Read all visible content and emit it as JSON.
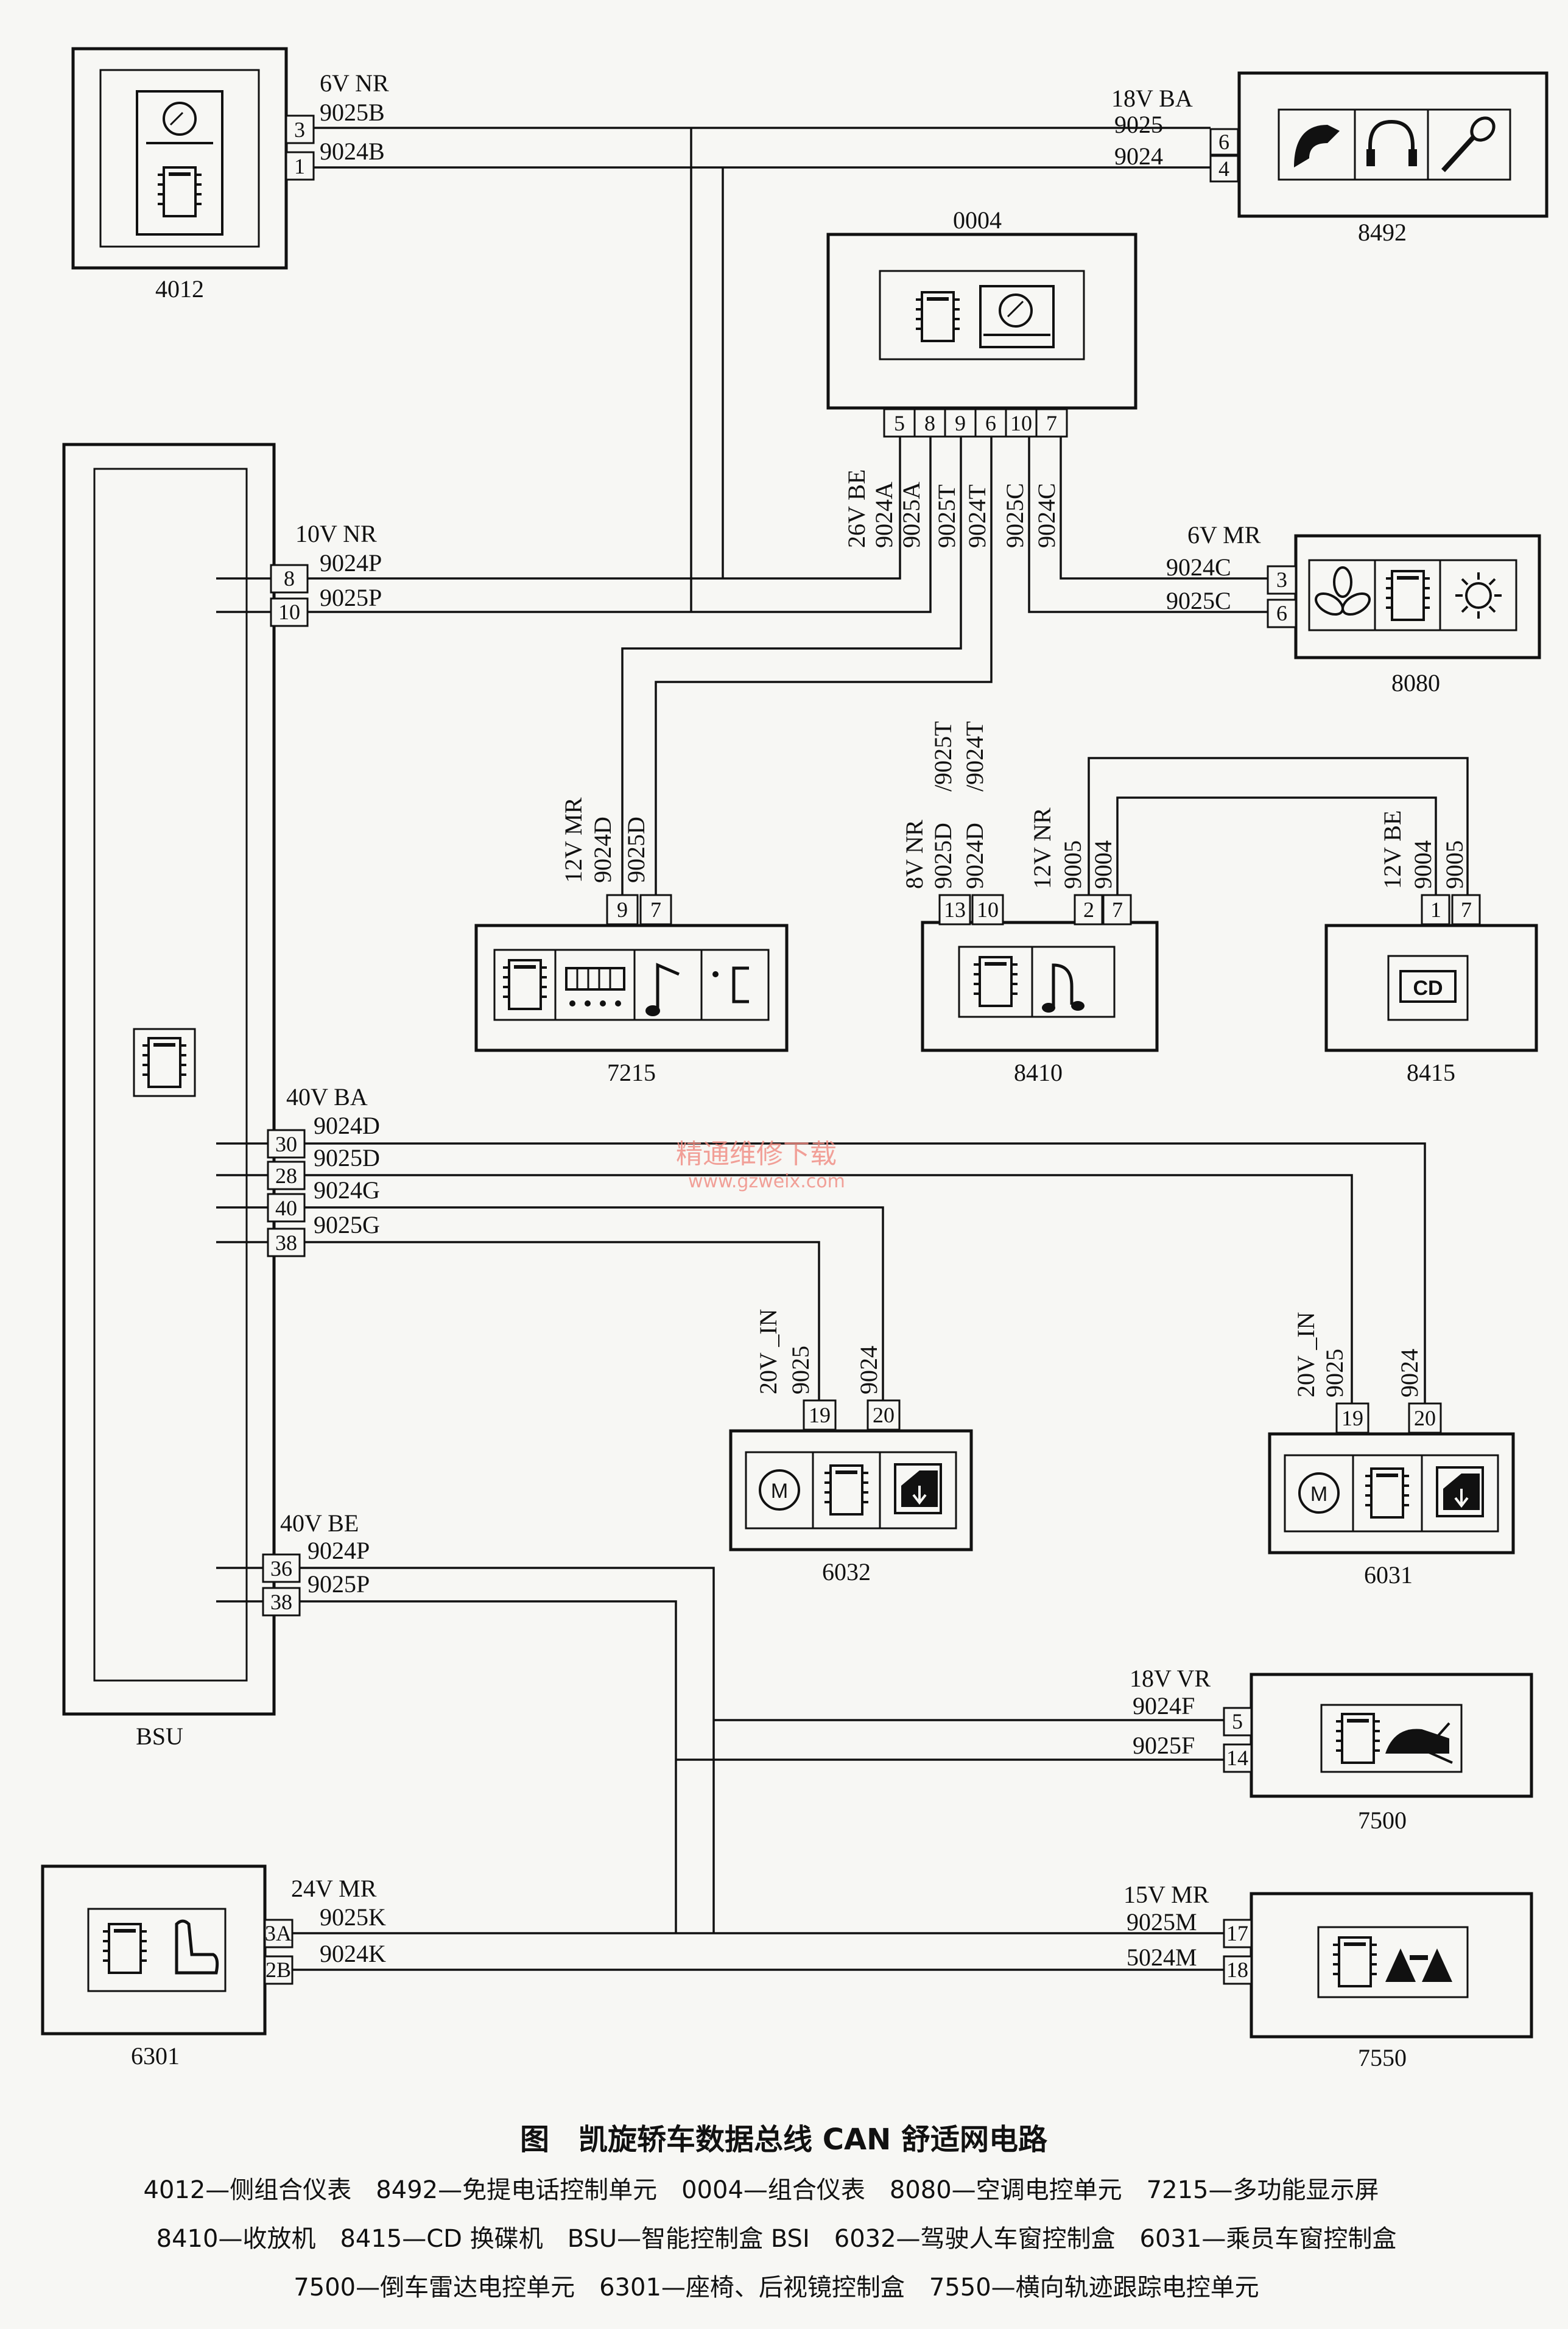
{
  "modules": {
    "m4012": {
      "id": "4012",
      "pins": [
        "3",
        "1"
      ],
      "spec": "6V NR",
      "wires": [
        "9025B",
        "9024B"
      ]
    },
    "m8492": {
      "id": "8492",
      "pins": [
        "6",
        "4"
      ],
      "spec": "18V BA",
      "wires": [
        "9025",
        "9024"
      ]
    },
    "m0004": {
      "id": "0004",
      "pins": [
        "5",
        "8",
        "9",
        "6",
        "10",
        "7"
      ],
      "spec": "26V BE",
      "wires": [
        "9024A",
        "9025A",
        "9025T",
        "9024T",
        "9025C",
        "9024C"
      ]
    },
    "bsu": {
      "id": "BSU",
      "g1": {
        "spec": "10V NR",
        "pins": [
          "8",
          "10"
        ],
        "wires": [
          "9024P",
          "9025P"
        ]
      },
      "g2": {
        "spec": "40V BA",
        "pins": [
          "30",
          "28",
          "40",
          "38"
        ],
        "wires": [
          "9024D",
          "9025D",
          "9024G",
          "9025G"
        ]
      },
      "g3": {
        "spec": "40V BE",
        "pins": [
          "36",
          "38"
        ],
        "wires": [
          "9024P",
          "9025P"
        ]
      }
    },
    "m8080": {
      "id": "8080",
      "pins": [
        "3",
        "6"
      ],
      "spec": "6V MR",
      "wires": [
        "9024C",
        "9025C"
      ]
    },
    "m7215": {
      "id": "7215",
      "pins": [
        "9",
        "7"
      ],
      "spec": "12V MR",
      "wires": [
        "9024D",
        "9025D"
      ]
    },
    "m8410": {
      "id": "8410",
      "pins": [
        "13",
        "10",
        "2",
        "7"
      ],
      "spec": "8V NR",
      "spec2": "12V NR",
      "wires": [
        "9025D",
        "9024D",
        "9005",
        "9004"
      ],
      "wires_top": [
        "/9025T",
        "/9024T"
      ]
    },
    "m8415": {
      "id": "8415",
      "pins": [
        "1",
        "7"
      ],
      "spec": "12V BE",
      "wires": [
        "9004",
        "9005"
      ],
      "cd": "CD"
    },
    "m6032": {
      "id": "6032",
      "pins": [
        "19",
        "20"
      ],
      "spec": "20V _IN",
      "wires": [
        "9025",
        "9024"
      ],
      "motor": "M"
    },
    "m6031": {
      "id": "6031",
      "pins": [
        "19",
        "20"
      ],
      "spec": "20V _IN",
      "wires": [
        "9025",
        "9024"
      ],
      "motor": "M"
    },
    "m7500": {
      "id": "7500",
      "pins": [
        "5",
        "14"
      ],
      "spec": "18V VR",
      "wires": [
        "9024F",
        "9025F"
      ]
    },
    "m6301": {
      "id": "6301",
      "pins": [
        "3A",
        "2B"
      ],
      "spec": "24V MR",
      "wires": [
        "9025K",
        "9024K"
      ]
    },
    "m7550": {
      "id": "7550",
      "pins": [
        "17",
        "18"
      ],
      "spec": "15V MR",
      "wires": [
        "9025M",
        "5024M"
      ]
    }
  },
  "watermark": {
    "line1": "精通维修下载",
    "line2": "www.gzweix.com"
  },
  "caption": {
    "title": "图　凯旋轿车数据总线 CAN 舒适网电路",
    "line1": "4012—侧组合仪表　8492—免提电话控制单元　0004—组合仪表　8080—空调电控单元　7215—多功能显示屏",
    "line2": "8410—收放机　8415—CD 换碟机　BSU—智能控制盒 BSI　6032—驾驶人车窗控制盒　6031—乘员车窗控制盒",
    "line3": "7500—倒车雷达电控单元　6301—座椅、后视镜控制盒　7550—横向轨迹跟踪电控单元"
  }
}
